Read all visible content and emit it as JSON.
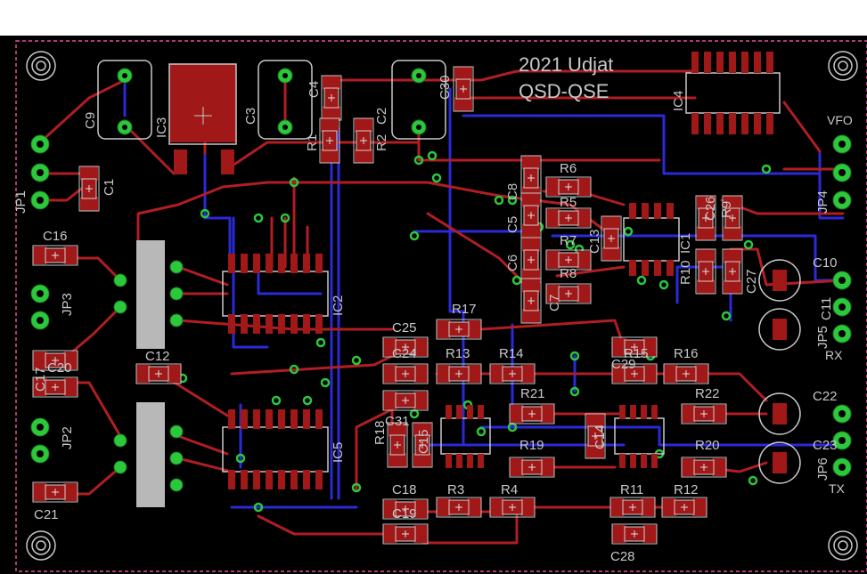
{
  "board": {
    "title_line1": "2021 Udjat",
    "title_line2": "QSD-QSE"
  },
  "colors": {
    "background": "#000000",
    "top_copper": "#b01e23",
    "bottom_copper": "#2a2ad8",
    "pad_smd": "#a01818",
    "via": "#2cc83c",
    "silkscreen": "#c8c8c8",
    "outline": "#e0509a"
  },
  "labels": {
    "c9": "C9",
    "ic3": "IC3",
    "c3": "C3",
    "c4": "C4",
    "c30": "C30",
    "ic4": "IC4",
    "r1": "R1",
    "r2": "R2",
    "c2": "C2",
    "jp1": "JP1",
    "c1": "C1",
    "jp4": "JP4",
    "vfo": "VFO",
    "c8": "C8",
    "r6": "R6",
    "r5": "R5",
    "c5": "C5",
    "r7": "R7",
    "c6": "C6",
    "r8": "R8",
    "c7": "C7",
    "c13": "C13",
    "ic1": "IC1",
    "c26": "C26",
    "r9": "R9",
    "r10": "R10",
    "c27": "C27",
    "c10": "C10",
    "c11": "C11",
    "jp5": "JP5",
    "rx": "RX",
    "c16": "C16",
    "jp3": "JP3",
    "ic2": "IC2",
    "c20": "C20",
    "c17": "C17",
    "c12": "C12",
    "jp2": "JP2",
    "ic5": "IC5",
    "c21": "C21",
    "c25": "C25",
    "r17": "R17",
    "c24": "C24",
    "r13": "R13",
    "r14": "R14",
    "c29": "C29",
    "r15": "R15",
    "r16": "R16",
    "r21": "R21",
    "r22": "R22",
    "c22": "C22",
    "r18": "R18",
    "c31": "C31",
    "c15": "C15",
    "c14": "C14",
    "r19": "R19",
    "r20": "R20",
    "c23": "C23",
    "jp6": "JP6",
    "tx": "TX",
    "c18": "C18",
    "r3": "R3",
    "r4": "R4",
    "r11": "R11",
    "r12": "R12",
    "c19": "C19",
    "c28": "C28"
  }
}
